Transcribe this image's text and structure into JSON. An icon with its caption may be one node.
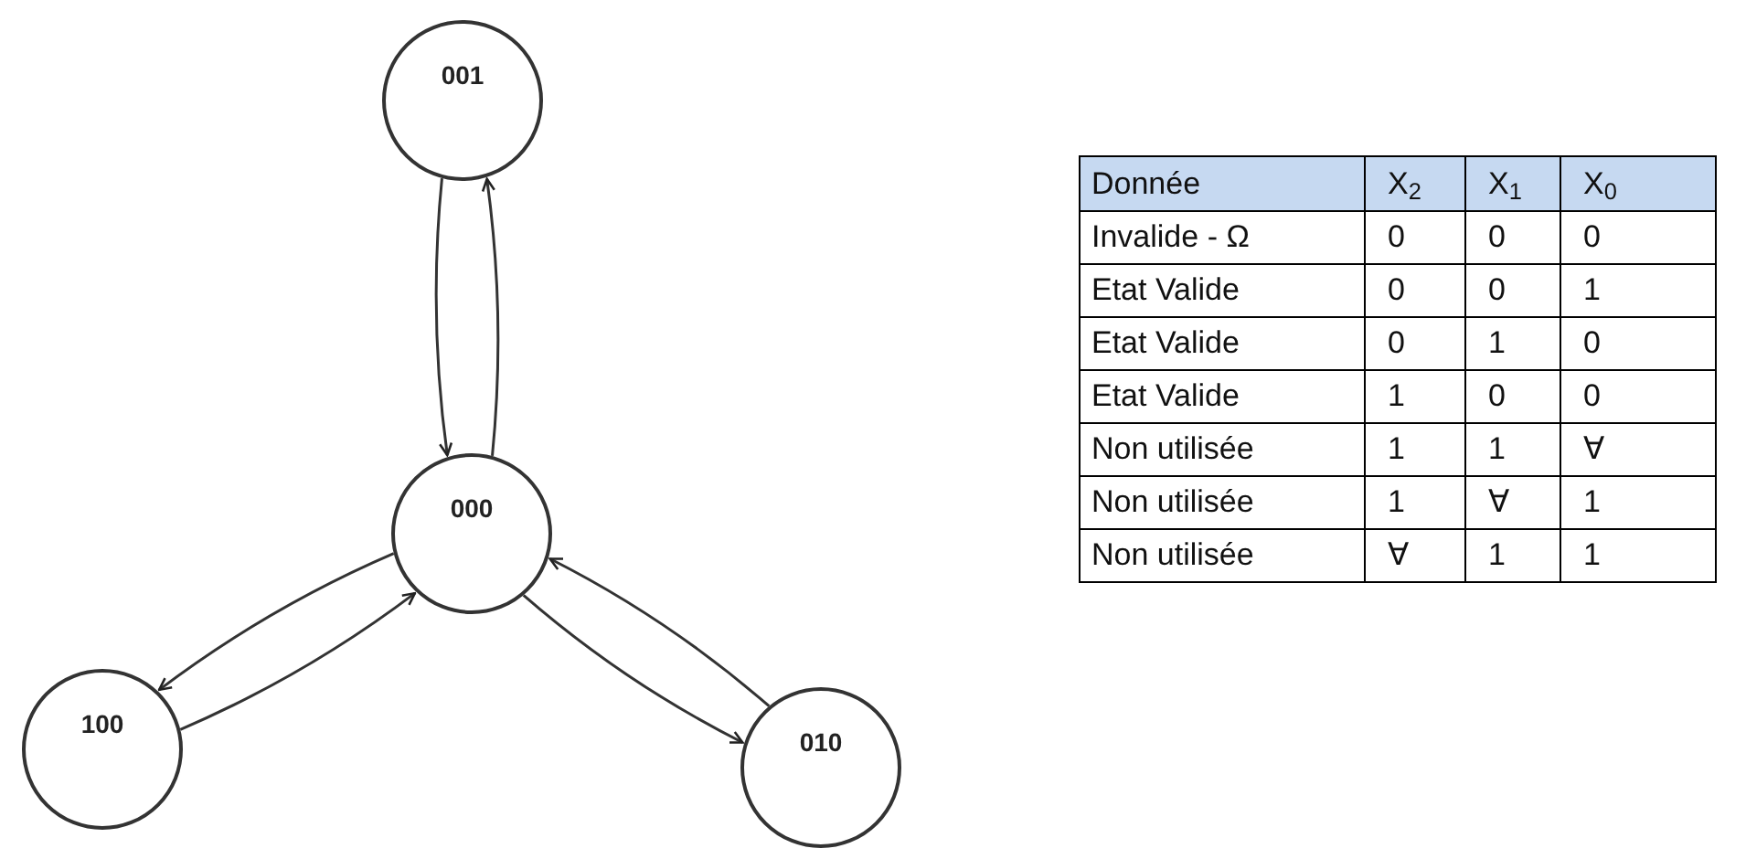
{
  "diagram": {
    "nodes": [
      {
        "text": [
          "001"
        ]
      },
      {
        "text": [
          "000"
        ]
      },
      {
        "text": [
          "100"
        ]
      },
      {
        "text": [
          "010"
        ]
      }
    ],
    "edges": [
      {
        "from": 1,
        "to": 0,
        "arrow": "to"
      },
      {
        "from": 0,
        "to": 1,
        "arrow": "to"
      },
      {
        "from": 2,
        "to": 1,
        "arrow": "to"
      },
      {
        "from": 1,
        "to": 2,
        "arrow": "to"
      },
      {
        "from": 1,
        "to": 3,
        "arrow": "to"
      },
      {
        "from": 3,
        "to": 1,
        "arrow": "to"
      }
    ],
    "labels": [
      "Donnée",
      "X$_{2}$",
      "X$_{1}$",
      "X$_{0}$",
      "Invalide - Ω",
      "0",
      "0",
      "0",
      "Etat Valide",
      "0",
      "0",
      "1",
      "Etat Valide",
      "0",
      "1",
      "0",
      "Etat Valide",
      "1",
      "0",
      "0",
      "Non utilisée",
      "1",
      "1",
      "∀",
      "Non utilisée",
      "1",
      "∀",
      "1",
      "Non utilisée",
      "∀",
      "1",
      "1"
    ]
  }
}
